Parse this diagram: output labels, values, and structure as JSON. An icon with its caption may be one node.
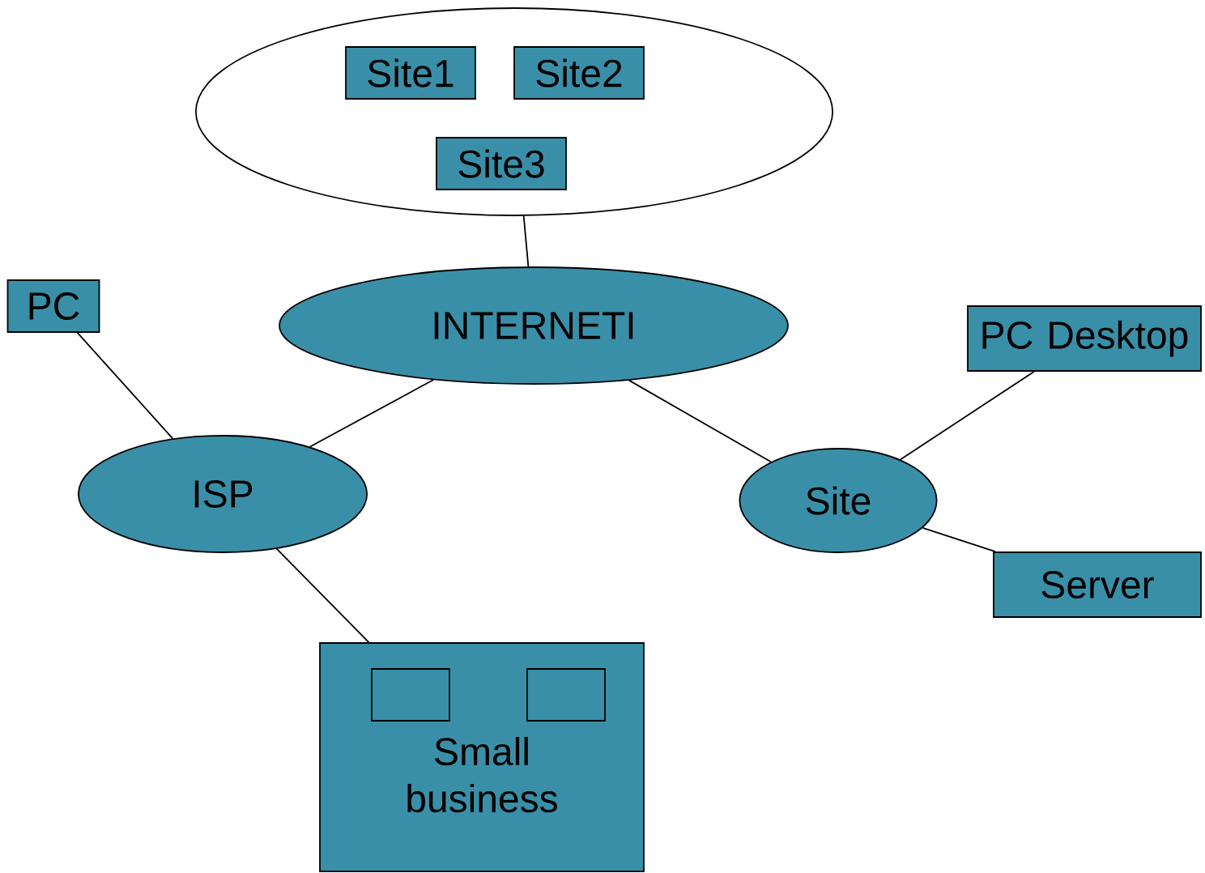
{
  "diagram": {
    "nodes": [
      {
        "text": [],
        "shape": "ellipse"
      },
      {
        "text": [
          "Site1"
        ],
        "in": 0
      },
      {
        "text": [
          "Site2"
        ],
        "in": 0
      },
      {
        "text": [
          "Site3"
        ],
        "in": 0
      },
      {
        "text": [
          "INTERNETI"
        ]
      },
      {
        "text": [
          "PC"
        ]
      },
      {
        "text": [
          "PC Desktop"
        ]
      },
      {
        "text": [
          "ISP"
        ]
      },
      {
        "text": [
          "Site"
        ]
      },
      {
        "text": [
          "Server"
        ]
      },
      {
        "text": [
          "Small business"
        ]
      },
      {
        "text": [],
        "shape": "box",
        "in": 10
      },
      {
        "text": [],
        "shape": "box",
        "in": 10
      }
    ],
    "edges": [
      {
        "from": 0,
        "to": 4,
        "arrow": "none"
      },
      {
        "from": 4,
        "to": 7,
        "arrow": "none"
      },
      {
        "from": 5,
        "to": 7,
        "arrow": "none"
      },
      {
        "from": 4,
        "to": 8,
        "arrow": "none"
      },
      {
        "from": 6,
        "to": 8,
        "arrow": "none"
      },
      {
        "from": 8,
        "to": 9,
        "arrow": "none"
      },
      {
        "from": 7,
        "to": 10,
        "arrow": "none"
      }
    ]
  }
}
